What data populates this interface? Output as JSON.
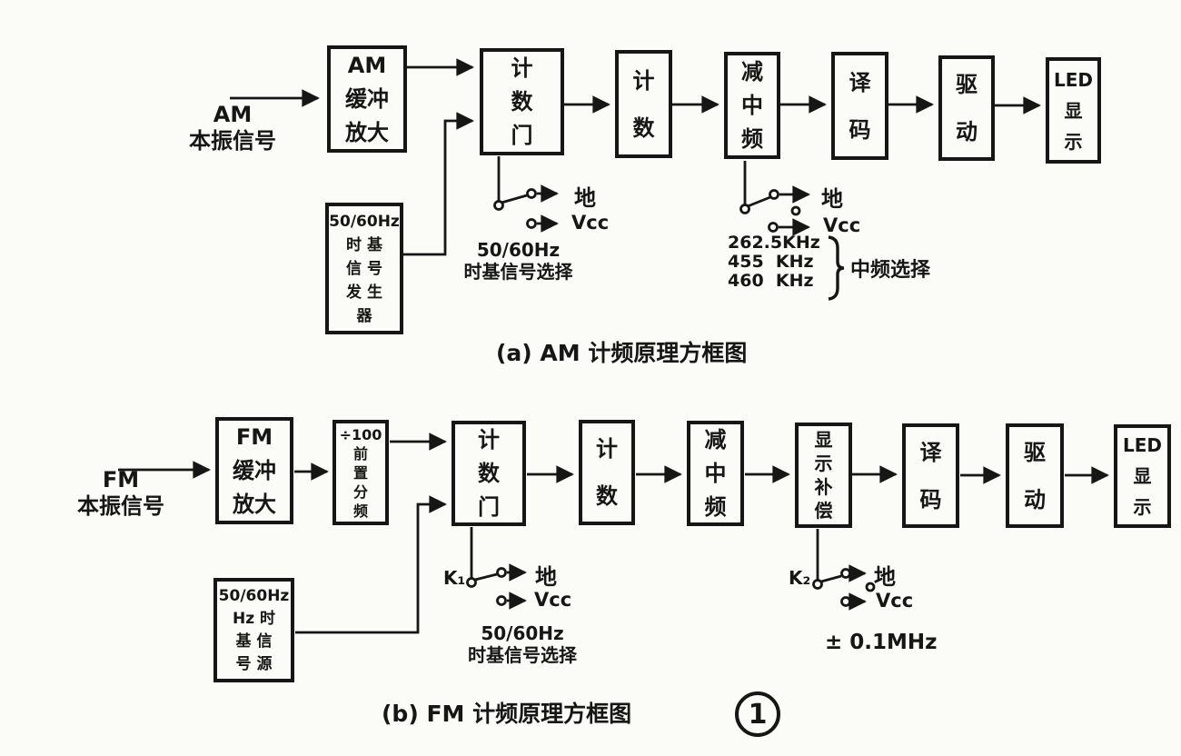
{
  "page": {
    "paper": "#fbfbf8",
    "ink": "#161616",
    "page_number": "1"
  },
  "diagram_a": {
    "caption": "(a) AM 计频原理方框图",
    "input_label": "AM\n本振信号",
    "blocks": {
      "buffer_amp": "AM\n缓冲\n放大",
      "count_gate": "计\n数\n门",
      "counter": "计\n数",
      "subtract_if": "减\n中\n频",
      "decoder": "译\n码",
      "driver": "驱\n动",
      "led_display": "LED\n显\n示",
      "timebase_gen": "50/60Hz\n时 基\n信 号\n发 生\n器"
    },
    "gate_switch": {
      "ground": "地",
      "vcc": "Vcc",
      "caption": "50/60Hz\n时基信号选择"
    },
    "if_switch": {
      "ground": "地",
      "vcc": "Vcc"
    },
    "if_select": {
      "freqs": "262.5KHz\n455  KHz\n460  KHz",
      "label": "中频选择"
    }
  },
  "diagram_b": {
    "caption": "(b) FM 计频原理方框图",
    "input_label": "FM\n本振信号",
    "blocks": {
      "buffer_amp": "FM\n缓冲\n放大",
      "prescaler": "÷100\n前\n置\n分\n频",
      "count_gate": "计\n数\n门",
      "counter": "计\n数",
      "subtract_if": "减\n中\n频",
      "display_comp": "显\n示\n补\n偿",
      "decoder": "译\n码",
      "driver": "驱\n动",
      "led_display": "LED\n显\n示",
      "timebase_src": "50/60Hz\nHz 时\n基 信\n号 源"
    },
    "k1_switch": {
      "name": "K₁",
      "ground": "地",
      "vcc": "Vcc",
      "caption": "50/60Hz\n时基信号选择"
    },
    "k2_switch": {
      "name": "K₂",
      "ground": "地",
      "vcc": "Vcc",
      "tolerance": "± 0.1MHz"
    }
  }
}
